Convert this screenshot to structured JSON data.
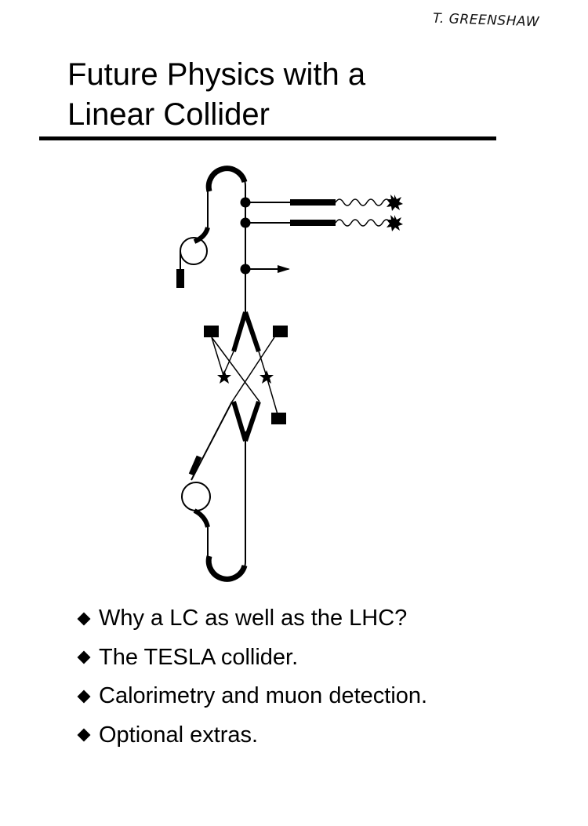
{
  "signature": "T. GREENSHAW",
  "title": {
    "line1": "Future Physics with a",
    "line2": "Linear Collider"
  },
  "bullets": [
    "Why a LC as well as the LHC?",
    "The TESLA collider.",
    "Calorimetry and muon detection.",
    "Optional extras."
  ]
}
